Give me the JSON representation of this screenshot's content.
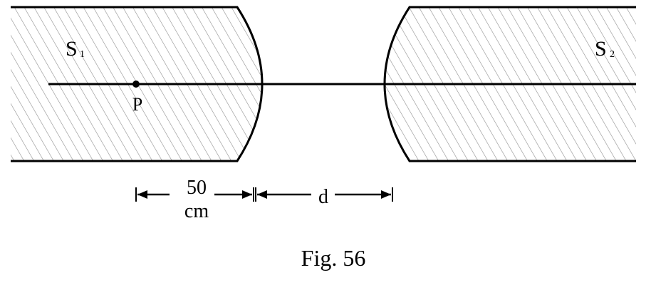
{
  "figure": {
    "caption": "Fig. 56",
    "left_region": {
      "label": "S",
      "subscript": "1"
    },
    "right_region": {
      "label": "S",
      "subscript": "2"
    },
    "point": {
      "label": "P"
    },
    "dimension_left": {
      "value": "50",
      "unit": "cm"
    },
    "dimension_right": {
      "label": "d"
    }
  },
  "colors": {
    "hatch": "#8e8e8e",
    "line": "#000000",
    "background": "#ffffff"
  }
}
